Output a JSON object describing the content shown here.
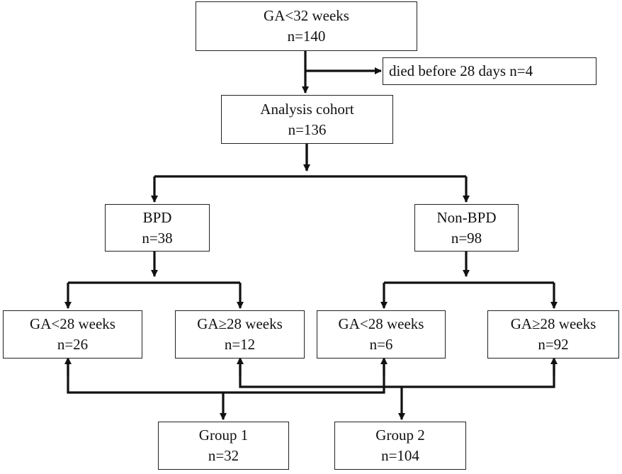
{
  "nodes": {
    "start": {
      "line1": "GA<32 weeks",
      "line2": "n=140"
    },
    "excluded": {
      "line1": "died before 28 days n=4"
    },
    "cohort": {
      "line1": "Analysis cohort",
      "line2": "n=136"
    },
    "bpd": {
      "line1": "BPD",
      "line2": "n=38"
    },
    "nonbpd": {
      "line1": "Non-BPD",
      "line2": "n=98"
    },
    "bpd_lt28": {
      "line1": "GA<28 weeks",
      "line2": "n=26"
    },
    "bpd_ge28": {
      "line1": "GA≥28 weeks",
      "line2": "n=12"
    },
    "nonbpd_lt28": {
      "line1": "GA<28 weeks",
      "line2": "n=6"
    },
    "nonbpd_ge28": {
      "line1": "GA≥28 weeks",
      "line2": "n=92"
    },
    "group1": {
      "line1": "Group 1",
      "line2": "n=32"
    },
    "group2": {
      "line1": "Group 2",
      "line2": "n=104"
    }
  }
}
